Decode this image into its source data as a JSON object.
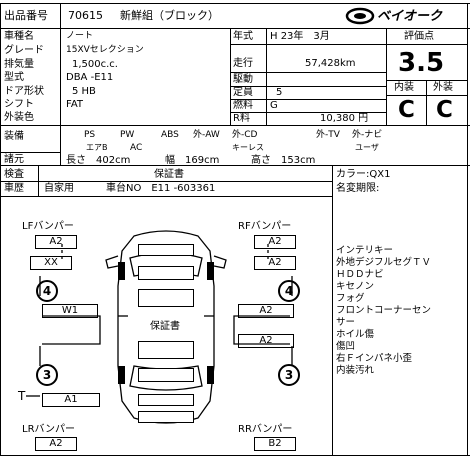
{
  "header": {
    "lot_label": "出品番号",
    "lot_number": "70615",
    "fresh_group": "新鮮組（ブロック）",
    "logo_text": "ベイオーク"
  },
  "specs": {
    "model_label": "車種名",
    "model_value": "ノート",
    "grade_label": "グレード",
    "grade_value": "15XVセレクション",
    "displacement_label": "排気量",
    "displacement_value": "1,500c.c.",
    "type_label": "型式",
    "type_value": "DBA -E11",
    "door_label": "ドア形状",
    "door_value": "5 HB",
    "shift_label": "シフト",
    "shift_value": "FAT",
    "exterior_color_label": "外装色",
    "exterior_color_value": "",
    "year_label": "年式",
    "year_value": "H 23年　3月",
    "mileage_label": "走行",
    "mileage_value": "57,428km",
    "drive_label": "駆動",
    "drive_value": "",
    "capacity_label": "定員",
    "capacity_value": "5",
    "fuel_label": "燃料",
    "fuel_value": "G",
    "r_price_label": "R料",
    "r_price_value": "10,380 円"
  },
  "rating": {
    "score_label": "評価点",
    "score_value": "3.5",
    "interior_label": "内装",
    "exterior_label": "外装",
    "interior_value": "C",
    "exterior_value": "C"
  },
  "equipment": {
    "label": "装備",
    "row1": [
      "PS",
      "PW",
      "ABS",
      "外-AW",
      "外-CD",
      "外-TV",
      "外-ナビ"
    ],
    "row2": [
      "エアB",
      "AC",
      "キーレス",
      "ユーザ"
    ],
    "dims_label": "諸元",
    "length": "長さ　402cm",
    "width": "幅　169cm",
    "height": "高さ　153cm"
  },
  "inspection": {
    "inspect_label": "検査",
    "history_label": "車歴",
    "history_value": "自家用",
    "warranty_label": "保証書",
    "chassis_value": "車台NO　E11 -603361",
    "color_line": "カラー:QX1",
    "name_change": "名変期限:"
  },
  "diagram": {
    "lf_label": "LFバンパー",
    "rf_label": "RFバンパー",
    "lr_label": "LRバンパー",
    "rr_label": "RRバンパー",
    "lf_code": "A2",
    "rf_code": "A2",
    "lr_code": "A2",
    "rr_code": "B2",
    "left_codes": [
      "XX",
      "W1",
      "A1"
    ],
    "right_codes": [
      "A2",
      "A2",
      "A2"
    ],
    "tire_fl": "4",
    "tire_fr": "4",
    "tire_rl": "3",
    "tire_rr": "3",
    "center_label": "保証書",
    "t_mark": "T"
  },
  "notes": [
    "インテリキー",
    "外地デジフルセグＴＶ",
    "ＨＤＤナビ",
    "キセノン",
    "フォグ",
    "フロントコーナーセン",
    "サー",
    "ホイル傷",
    "傷凹",
    "右Ｆインパネ小歪",
    "内装汚れ"
  ]
}
